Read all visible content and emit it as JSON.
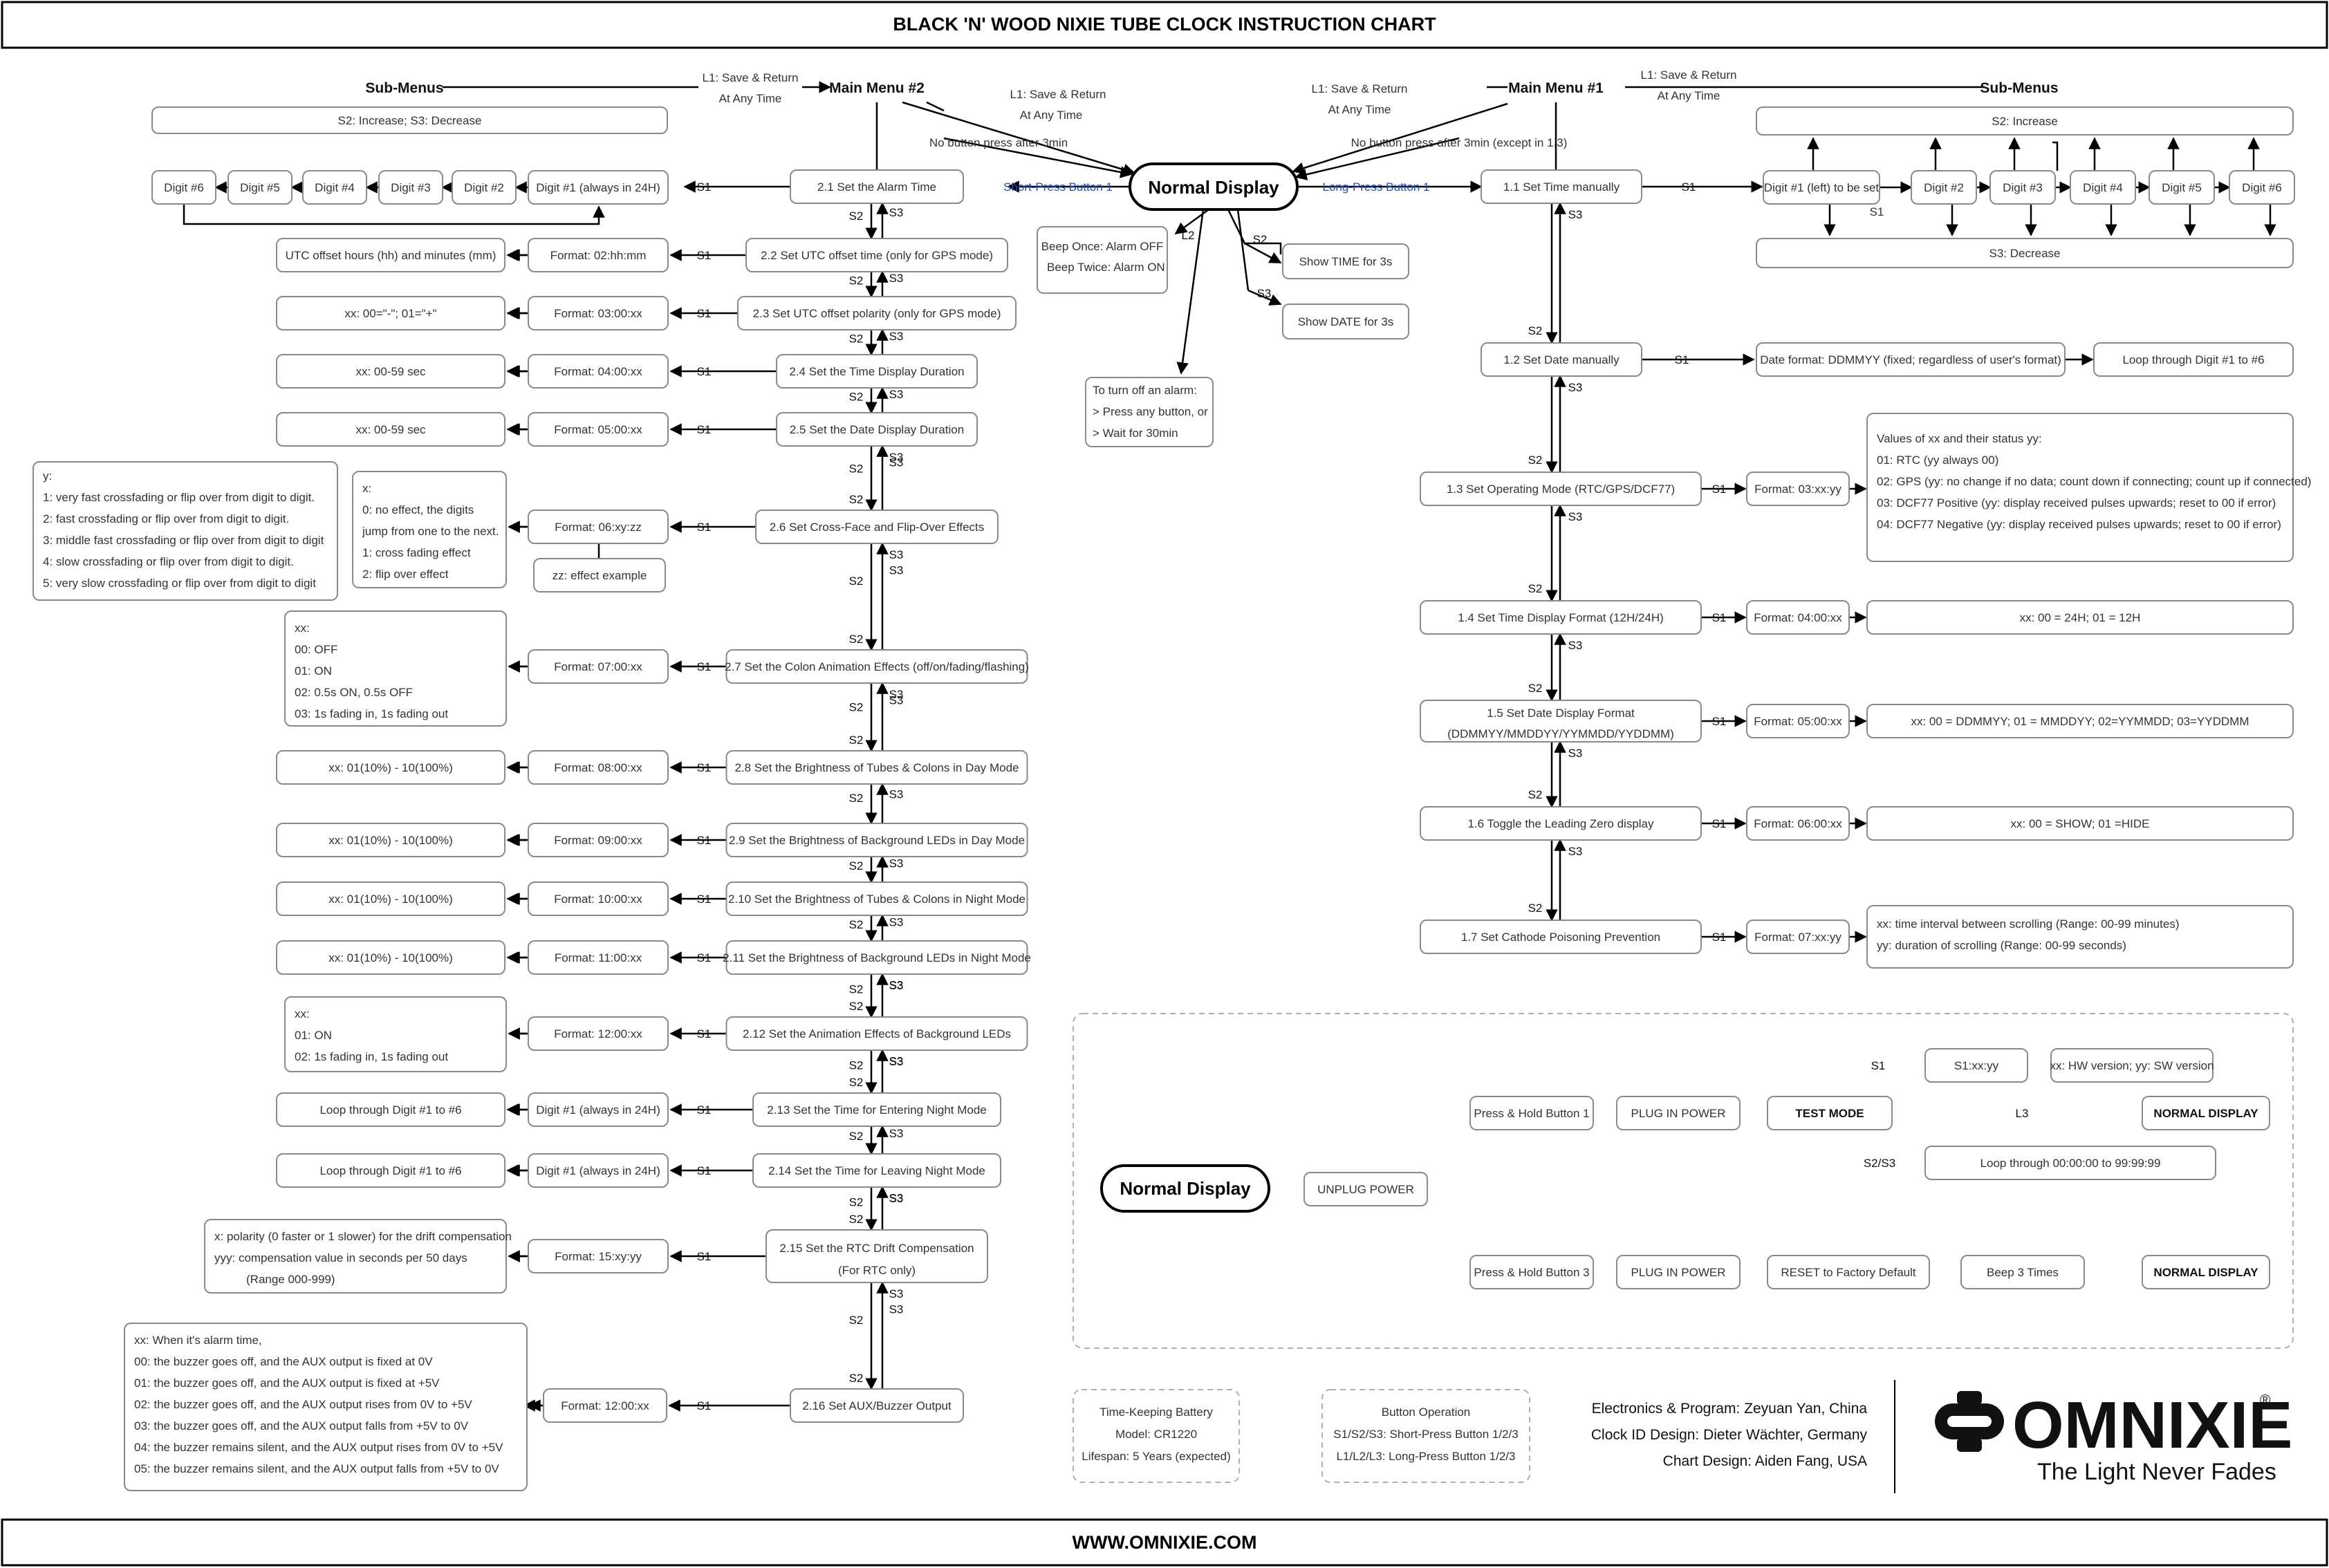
{
  "title": "BLACK 'N' WOOD NIXIE TUBE CLOCK INSTRUCTION CHART",
  "footer": "WWW.OMNIXIE.COM",
  "center": {
    "normal_display": "Normal Display",
    "short_press": "Short-Press Button 1",
    "long_press": "Long-Press Button 1",
    "l2": "L2",
    "s2": "S2",
    "s3": "S3",
    "beep_1": "Beep Once: Alarm OFF",
    "beep_2": "Beep Twice: Alarm ON",
    "show_time": "Show TIME for 3s",
    "show_date": "Show DATE for 3s",
    "alarm_1": "To turn off an alarm:",
    "alarm_2": "> Press any button, or",
    "alarm_3": "> Wait for 30min"
  },
  "left_header": {
    "submenus": "Sub-Menus",
    "l1_a": "L1: Save & Return",
    "l1_b": "At Any Time",
    "main2": "Main Menu #2",
    "l1r_a": "L1: Save & Return",
    "l1r_b": "At Any Time",
    "no_press": "No button press after 3min",
    "inc_dec": "S2: Increase; S3: Decrease"
  },
  "right_header": {
    "l1_a": "L1: Save & Return",
    "l1_b": "At Any Time",
    "main1": "Main Menu #1",
    "l1r_a": "L1: Save & Return",
    "l1r_b": "At Any Time",
    "submenus": "Sub-Menus",
    "no_press": "No button press after 3min (except in 1.3)",
    "increase": "S2: Increase",
    "decrease": "S3: Decrease"
  },
  "alarm_digits": [
    "Digit #6",
    "Digit #5",
    "Digit #4",
    "Digit #3",
    "Digit #2",
    "Digit #1 (always in 24H)"
  ],
  "time_digits": [
    "Digit #1 (left) to be set",
    "Digit #2",
    "Digit #3",
    "Digit #4",
    "Digit #5",
    "Digit #6"
  ],
  "labels": {
    "S1": "S1",
    "S2": "S2",
    "S3": "S3"
  },
  "menu2": [
    {
      "item": "2.1 Set the Alarm Time"
    },
    {
      "item": "2.2 Set UTC offset time (only for GPS mode)",
      "format": "Format: 02:hh:mm",
      "desc": [
        "UTC offset hours (hh) and minutes (mm)"
      ]
    },
    {
      "item": "2.3 Set UTC offset polarity (only for GPS mode)",
      "format": "Format: 03:00:xx",
      "desc": [
        "xx: 00=\"-\"; 01=\"+\""
      ]
    },
    {
      "item": "2.4 Set the Time Display Duration",
      "format": "Format: 04:00:xx",
      "desc": [
        "xx: 00-59 sec"
      ]
    },
    {
      "item": "2.5 Set the Date Display Duration",
      "format": "Format: 05:00:xx",
      "desc": [
        "xx: 00-59 sec"
      ]
    },
    {
      "item": "2.6 Set Cross-Face and Flip-Over Effects",
      "format": "Format: 06:xy:zz",
      "desc": [
        "x:",
        "0: no effect, the digits",
        "jump from one to the next.",
        "1: cross fading effect",
        "2: flip over effect"
      ],
      "extra": "zz: effect example",
      "desc_y": [
        "y:",
        "1: very fast crossfading or flip over from digit to digit.",
        "2: fast crossfading or flip over from digit to digit.",
        "3: middle fast crossfading or flip over from digit to digit",
        "4: slow crossfading or flip over from digit to digit.",
        "5: very slow crossfading or flip over from digit to digit"
      ]
    },
    {
      "item": "2.7 Set the Colon Animation Effects (off/on/fading/flashing)",
      "format": "Format: 07:00:xx",
      "desc": [
        "xx:",
        "00: OFF",
        "01: ON",
        "02: 0.5s ON, 0.5s OFF",
        "03: 1s fading in, 1s fading out"
      ]
    },
    {
      "item": "2.8 Set the Brightness of Tubes & Colons in Day Mode",
      "format": "Format: 08:00:xx",
      "desc": [
        "xx: 01(10%) - 10(100%)"
      ]
    },
    {
      "item": "2.9 Set the Brightness of Background LEDs in Day Mode",
      "format": "Format: 09:00:xx",
      "desc": [
        "xx: 01(10%) - 10(100%)"
      ]
    },
    {
      "item": "2.10 Set the Brightness of Tubes & Colons in Night Mode",
      "format": "Format: 10:00:xx",
      "desc": [
        "xx: 01(10%) - 10(100%)"
      ]
    },
    {
      "item": "2.11 Set the Brightness of Background LEDs in Night Mode",
      "format": "Format: 11:00:xx",
      "desc": [
        "xx: 01(10%) - 10(100%)"
      ]
    },
    {
      "item": "2.12 Set the Animation Effects of Background LEDs",
      "format": "Format: 12:00:xx",
      "desc": [
        "xx:",
        "01: ON",
        "02: 1s fading in, 1s fading out"
      ]
    },
    {
      "item": "2.13 Set the Time for Entering Night Mode",
      "format": "Digit #1 (always in 24H)",
      "desc": [
        "Loop through Digit #1 to #6"
      ]
    },
    {
      "item": "2.14 Set the Time for Leaving Night Mode",
      "format": "Digit #1 (always in 24H)",
      "desc": [
        "Loop through Digit #1 to #6"
      ]
    },
    {
      "item": "2.15 Set the RTC Drift Compensation",
      "item2": "(For RTC only)",
      "format": "Format: 15:xy:yy",
      "desc": [
        "x: polarity (0 faster or 1 slower) for the drift compensation",
        "yyy: compensation value in seconds per 50 days",
        "(Range 000-999)"
      ]
    },
    {
      "item": "2.16 Set AUX/Buzzer Output",
      "format": "Format: 12:00:xx",
      "desc": [
        "xx: When it's alarm time,",
        "00: the buzzer goes off, and the AUX output is fixed at 0V",
        "01: the buzzer goes off, and the AUX output is fixed at +5V",
        "02: the buzzer goes off, and the AUX output rises from 0V to +5V",
        "03: the buzzer goes off, and the AUX output falls from +5V to 0V",
        "04: the buzzer remains silent, and the AUX output rises from 0V to +5V",
        "05: the buzzer remains silent, and the AUX output falls from +5V to 0V"
      ]
    }
  ],
  "menu1": [
    {
      "item": "1.1 Set Time manually"
    },
    {
      "item": "1.2 Set Date manually",
      "format": "Date format: DDMMYY (fixed; regardless of user's format)",
      "desc": [
        "Loop through Digit #1 to #6"
      ]
    },
    {
      "item": "1.3 Set Operating Mode (RTC/GPS/DCF77)",
      "format": "Format: 03:xx:yy",
      "desc": [
        "Values of xx and their status yy:",
        "01: RTC (yy always 00)",
        "02: GPS (yy: no change if no data; count down if connecting; count up if connected)",
        "03: DCF77 Positive (yy: display received pulses upwards; reset to 00 if error)",
        "04: DCF77 Negative (yy: display received pulses upwards; reset to 00 if error)"
      ]
    },
    {
      "item": "1.4 Set Time Display Format (12H/24H)",
      "format": "Format: 04:00:xx",
      "desc": [
        "xx: 00 = 24H; 01 = 12H"
      ]
    },
    {
      "item": "1.5 Set Date Display Format",
      "item2": "(DDMMYY/MMDDYY/YYMMDD/YYDDMM)",
      "format": "Format: 05:00:xx",
      "desc": [
        "xx: 00 = DDMMYY; 01 = MMDDYY; 02=YYMMDD; 03=YYDDMM"
      ]
    },
    {
      "item": "1.6 Toggle the Leading Zero display",
      "format": "Format: 06:00:xx",
      "desc": [
        "xx: 00 = SHOW; 01 =HIDE"
      ]
    },
    {
      "item": "1.7 Set Cathode Poisoning Prevention",
      "format": "Format: 07:xx:yy",
      "desc": [
        "xx: time interval between scrolling (Range: 00-99 minutes)",
        "yy: duration of scrolling  (Range: 00-99 seconds)"
      ]
    }
  ],
  "power": {
    "normal_display": "Normal Display",
    "unplug": "UNPLUG POWER",
    "hold1": "Press & Hold Button 1",
    "plug1": "PLUG IN POWER",
    "test_mode": "TEST MODE",
    "s1": "S1",
    "s1_value": "S1:xx:yy",
    "hw_sw": "xx: HW version; yy: SW version",
    "l3": "L3",
    "normal1": "NORMAL DISPLAY",
    "s2s3": "S2/S3",
    "loop": "Loop through 00:00:00 to 99:99:99",
    "hold3": "Press & Hold Button 3",
    "plug3": "PLUG IN POWER",
    "reset": "RESET to Factory Default",
    "beep3": "Beep 3 Times",
    "normal2": "NORMAL DISPLAY"
  },
  "battery": {
    "l1": "Time-Keeping Battery",
    "l2": "Model: CR1220",
    "l3": "Lifespan: 5 Years (expected)"
  },
  "buttons": {
    "l1": "Button Operation",
    "l2": "S1/S2/S3: Short-Press Button 1/2/3",
    "l3": "L1/L2/L3: Long-Press Button 1/2/3"
  },
  "credits": [
    "Electronics & Program: Zeyuan Yan, China",
    "Clock ID Design: Dieter Wächter, Germany",
    "Chart Design: Aiden Fang, USA"
  ],
  "logo": {
    "name": "OMNIXIE",
    "reg": "®",
    "slogan": "The Light Never Fades"
  }
}
